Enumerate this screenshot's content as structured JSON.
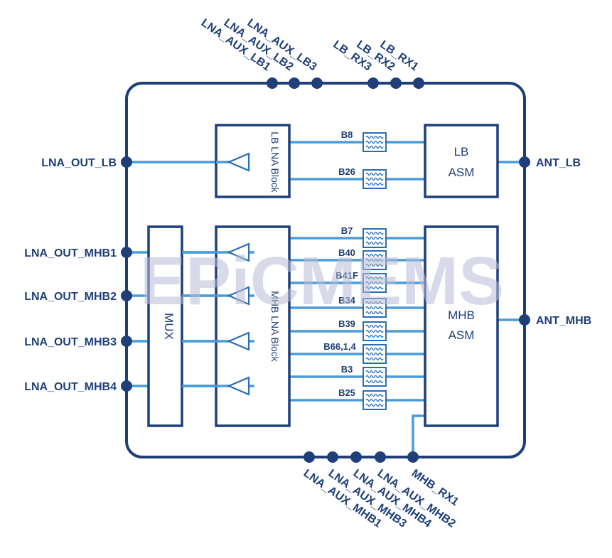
{
  "watermark": "EPiCMEMS",
  "blocks": {
    "lb_lna": "LB LNA Block",
    "mhb_lna": "MHB LNA Block",
    "mux": "MUX",
    "lb_asm_line1": "LB",
    "lb_asm_line2": "ASM",
    "mhb_asm_line1": "MHB",
    "mhb_asm_line2": "ASM"
  },
  "left_pins": [
    "LNA_OUT_LB",
    "LNA_OUT_MHB1",
    "LNA_OUT_MHB2",
    "LNA_OUT_MHB3",
    "LNA_OUT_MHB4"
  ],
  "right_pins": [
    "ANT_LB",
    "ANT_MHB"
  ],
  "top_pins": [
    "LNA_AUX_LB1",
    "LNA_AUX_LB2",
    "LNA_AUX_LB3",
    "LB_RX3",
    "LB_RX2",
    "LB_RX1"
  ],
  "bottom_pins": [
    "LNA_AUX_MHB1",
    "LNA_AUX_MHB3",
    "LNA_AUX_MHB4",
    "LNA_AUX_MHB2",
    "MHB_RX1"
  ],
  "lb_bands": [
    "B8",
    "B26"
  ],
  "mhb_bands": [
    "B7",
    "B40",
    "B41F",
    "B34",
    "B39",
    "B66,1,4",
    "B3",
    "B25"
  ],
  "colors": {
    "outline": "#1f3f7a",
    "signal": "#4a9bd8",
    "filter": "#2a6db3",
    "watermark": "#b9bdd8"
  }
}
